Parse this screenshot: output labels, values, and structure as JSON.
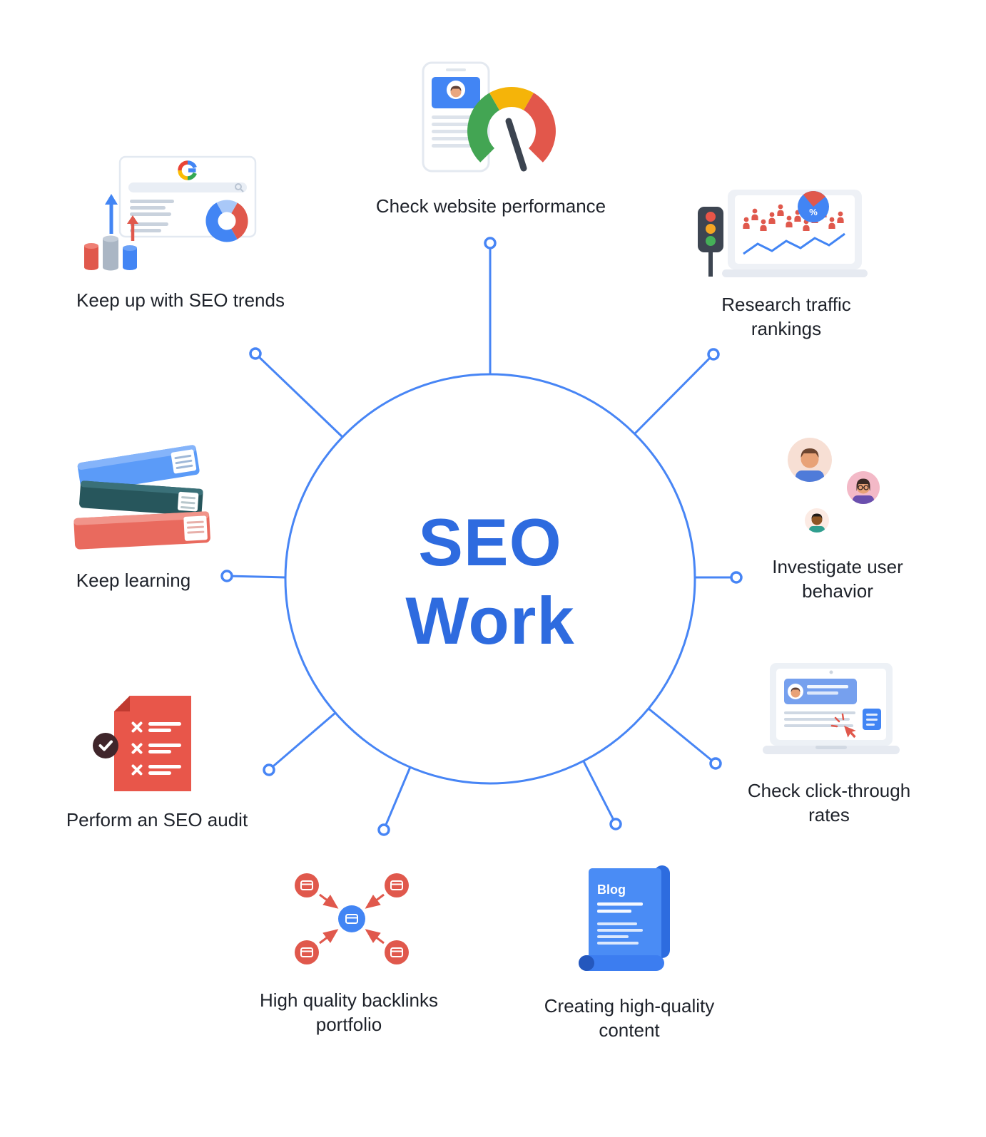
{
  "center": {
    "lines": [
      "SEO",
      "Work"
    ]
  },
  "labels": {
    "performance": {
      "lines": [
        "Check website performance"
      ]
    },
    "traffic": {
      "lines": [
        "Research traffic",
        "rankings"
      ]
    },
    "behavior": {
      "lines": [
        "Investigate user",
        "behavior"
      ]
    },
    "ctr": {
      "lines": [
        "Check click-through",
        "rates"
      ]
    },
    "content": {
      "lines": [
        "Creating high-quality",
        "content"
      ]
    },
    "backlinks": {
      "lines": [
        "High quality backlinks",
        "portfolio"
      ]
    },
    "audit": {
      "lines": [
        "Perform an SEO audit"
      ]
    },
    "learning": {
      "lines": [
        "Keep learning"
      ]
    },
    "trends": {
      "lines": [
        "Keep up with SEO trends"
      ]
    }
  },
  "icon_text": {
    "blog_title": "Blog",
    "pie_percent": "%"
  },
  "colors": {
    "accent_blue": "#4785f5",
    "center_text": "#2e6bdf",
    "label_text": "#1e222a",
    "red": "#e0584c",
    "green": "#43a553",
    "amber": "#f5b409",
    "google_blue": "#4285f4"
  }
}
